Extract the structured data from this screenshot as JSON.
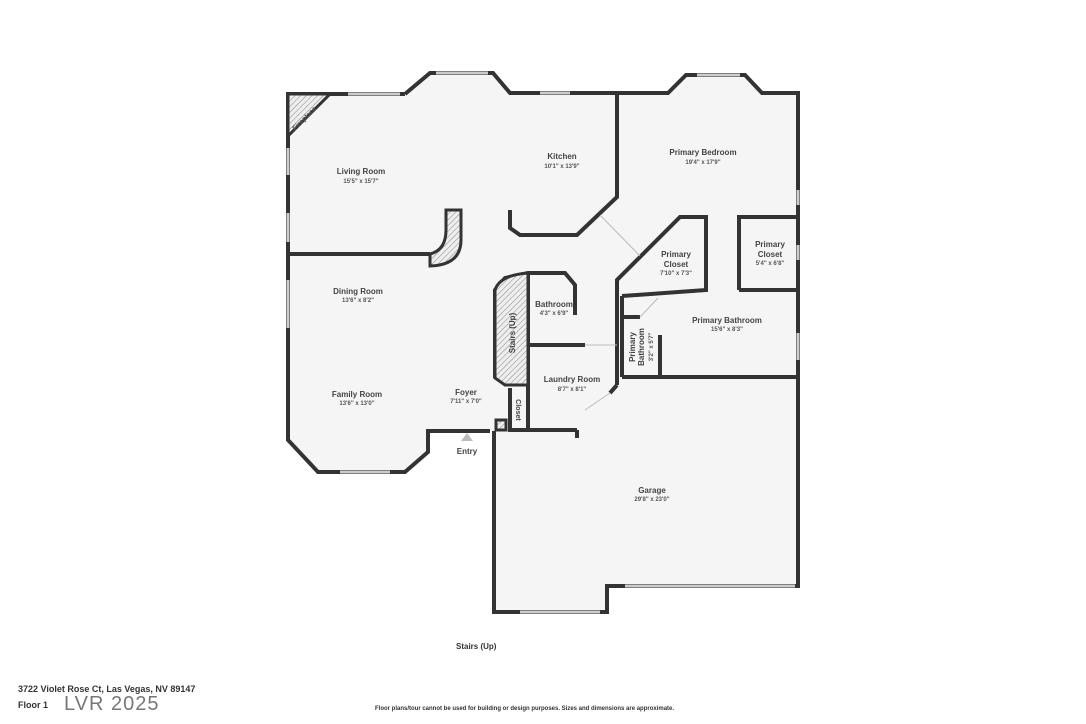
{
  "rooms": [
    {
      "name": "Living Room",
      "dim": "15'5\" x 15'7\""
    },
    {
      "name": "Kitchen",
      "dim": "10'1\" x 13'9\""
    },
    {
      "name": "Primary Bedroom",
      "dim": "19'4\" x 17'9\""
    },
    {
      "name": "Primary Closet",
      "dim": "7'10\" x 7'3\""
    },
    {
      "name": "Primary Closet",
      "dim": "5'4\" x 6'8\""
    },
    {
      "name": "Dining Room",
      "dim": "13'6\" x 8'2\""
    },
    {
      "name": "Bathroom",
      "dim": "4'3\" x 6'9\""
    },
    {
      "name": "Primary Bathroom",
      "dim": "15'6\" x 8'3\""
    },
    {
      "name": "Primary Bathroom",
      "dim": "3'2\" x 5'7\""
    },
    {
      "name": "Laundry Room",
      "dim": "8'7\" x 8'1\""
    },
    {
      "name": "Family Room",
      "dim": "13'6\" x 13'0\""
    },
    {
      "name": "Foyer",
      "dim": "7'11\" x 7'0\""
    },
    {
      "name": "Garage",
      "dim": "29'8\" x 23'0\""
    }
  ],
  "labels": {
    "fireplace": "Fireplace",
    "stairs": "Stairs (Up)",
    "closet": "Closet",
    "entry": "Entry",
    "primary_closet_l1": "Primary",
    "primary_closet_l2": "Closet"
  },
  "footer": {
    "stairs_below": "Stairs (Up)",
    "address": "3722 Violet Rose Ct, Las Vegas, NV 89147",
    "floor": "Floor 1",
    "watermark": "LVR 2025",
    "disclaimer": "Floor plans/tour cannot be used for building or design purposes. Sizes and dimensions are approximate."
  }
}
